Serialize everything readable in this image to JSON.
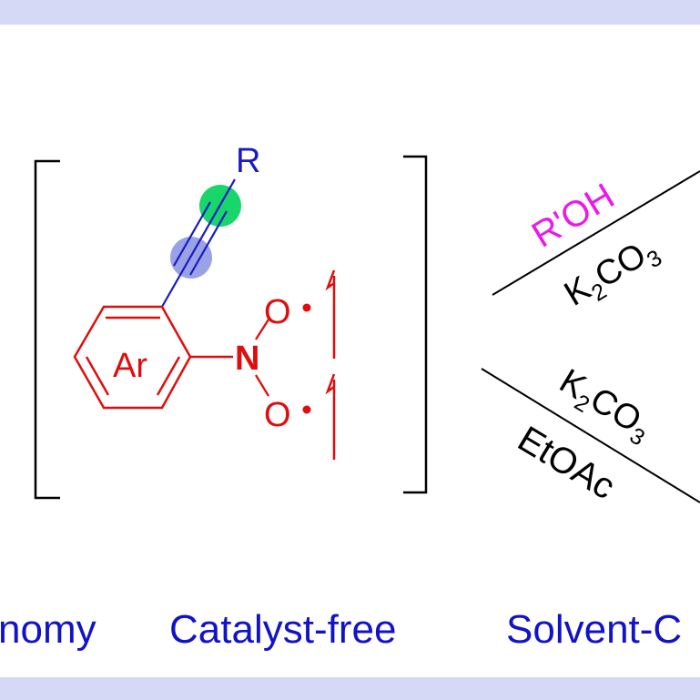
{
  "colors": {
    "band": "#d5d9f6",
    "ring": "#e00d0d",
    "alkyne": "#1a1ac4",
    "radical_red": "#e00d0d",
    "text_blue": "#1212c8",
    "reagent_magenta": "#ea19ea",
    "ink": "#000000",
    "dot_green": "#18d66a",
    "dot_lavender": "#9aa2e6"
  },
  "molecule": {
    "substituent": "R",
    "ring_label": "Ar",
    "nitrogen": "N",
    "oxygen_top": "O",
    "oxygen_bottom": "O"
  },
  "path_upper": {
    "above": "R'OH",
    "below_main": "K",
    "below_sub": "2",
    "below_end": "CO",
    "below_sub2": "3"
  },
  "path_lower": {
    "above_main": "K",
    "above_sub": "2",
    "above_end": "CO",
    "above_sub2": "3",
    "below": "EtOAc"
  },
  "features": [
    {
      "label": "nomy"
    },
    {
      "label": "Catalyst-free"
    },
    {
      "label": "Solvent-C"
    }
  ]
}
